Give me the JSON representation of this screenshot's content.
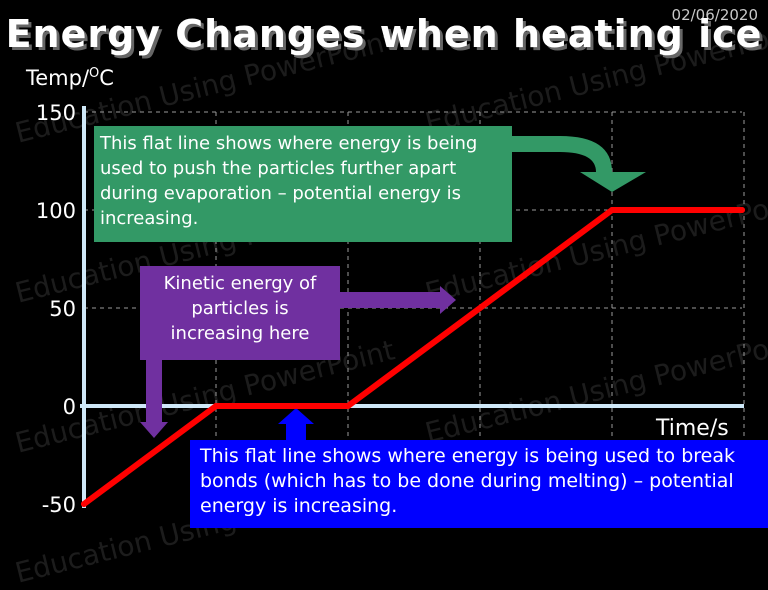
{
  "slide": {
    "date": "02/06/2020",
    "title": "Energy Changes when heating ice",
    "watermark": "Education Using PowerPoint"
  },
  "colors": {
    "background": "#000000",
    "line": "#ff0000",
    "axis": "#cfe8f8",
    "green_box": "#339966",
    "purple_box": "#7030a0",
    "blue_box": "#0000ff"
  },
  "annotations": {
    "flat_line_top": "This flat line shows where energy is being used to push the particles further apart during evaporation – potential energy is increasing.",
    "kinetic": "Kinetic energy of particles  is increasing here",
    "flat_line_bottom": "This flat line shows where energy is being used to break bonds (which has to be done during melting) – potential energy is increasing."
  },
  "chart_data": {
    "type": "line",
    "title": "",
    "xlabel": "Time/s",
    "ylabel_main": "Temp/",
    "ylabel_sup": "O",
    "ylabel_unit": "C",
    "ylim": [
      -50,
      150
    ],
    "yticks": [
      "150",
      "100",
      "50",
      "0",
      "-50"
    ],
    "yticks_values": [
      150,
      100,
      50,
      0,
      -50
    ],
    "grid": true,
    "xlim": [
      0,
      5
    ],
    "series": [
      {
        "x": [
          0,
          1,
          2,
          4,
          5
        ],
        "y": [
          -50,
          0,
          0,
          100,
          100
        ]
      }
    ]
  }
}
